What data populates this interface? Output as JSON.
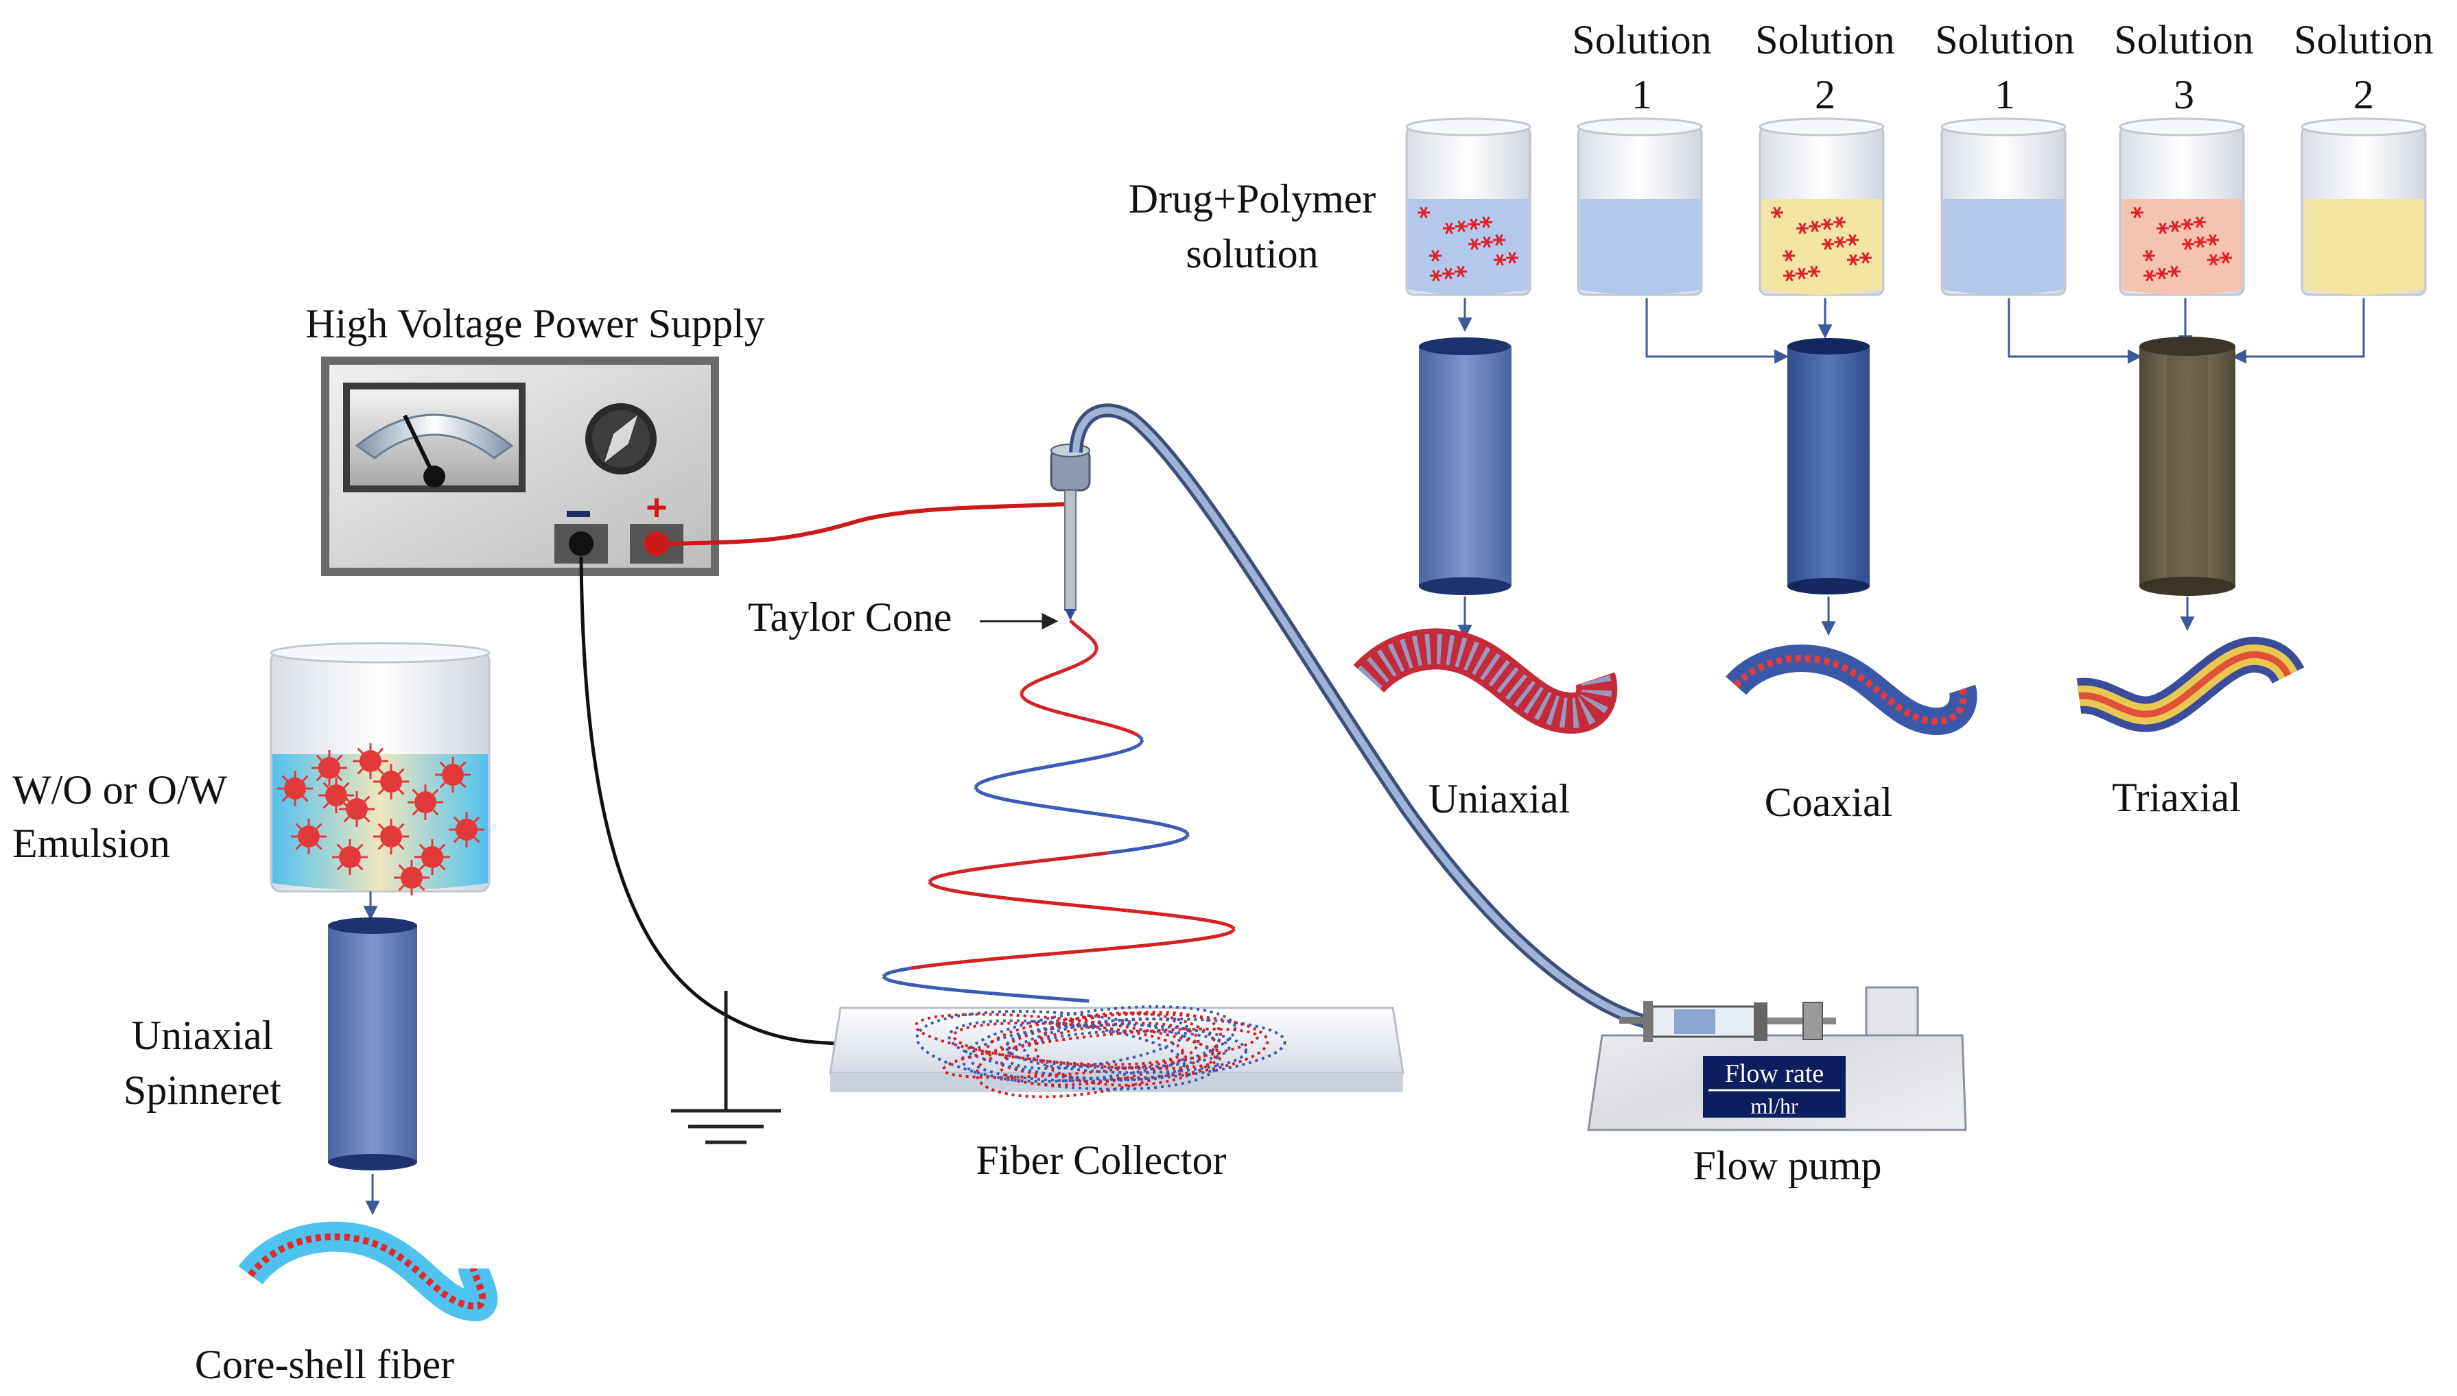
{
  "labels": {
    "power_supply": "High Voltage Power Supply",
    "taylor_cone": "Taylor Cone",
    "fiber_collector": "Fiber Collector",
    "flow_pump": "Flow pump",
    "flow_rate": "Flow rate",
    "flow_unit": "ml/hr",
    "emulsion_line1": "W/O or O/W",
    "emulsion_line2": "Emulsion",
    "spinneret_line1": "Uniaxial",
    "spinneret_line2": "Spinneret",
    "core_shell": "Core-shell fiber",
    "drug_line1": "Drug+Polymer",
    "drug_line2": "solution",
    "uniaxial": "Uniaxial",
    "coaxial": "Coaxial",
    "triaxial": "Triaxial",
    "plus": "+",
    "minus": "−"
  },
  "solutions": [
    {
      "word": "Solution",
      "num": "1"
    },
    {
      "word": "Solution",
      "num": "2"
    },
    {
      "word": "Solution",
      "num": "1"
    },
    {
      "word": "Solution",
      "num": "3"
    },
    {
      "word": "Solution",
      "num": "2"
    }
  ],
  "colors": {
    "blue_liquid": "#b4c8ec",
    "yellow_liquid": "#f3e4a3",
    "pink_liquid": "#f4c4b0",
    "emulsion_blue": "#5cc4ec",
    "spinneret": "#5a78b4",
    "coaxial_tube": "#3a5a9c",
    "triaxial_tube": "#6e6450",
    "red_wire": "#cc1a1a",
    "black_wire": "#111111",
    "fiber_red": "#d42020",
    "fiber_blue": "#3c5ab4"
  }
}
